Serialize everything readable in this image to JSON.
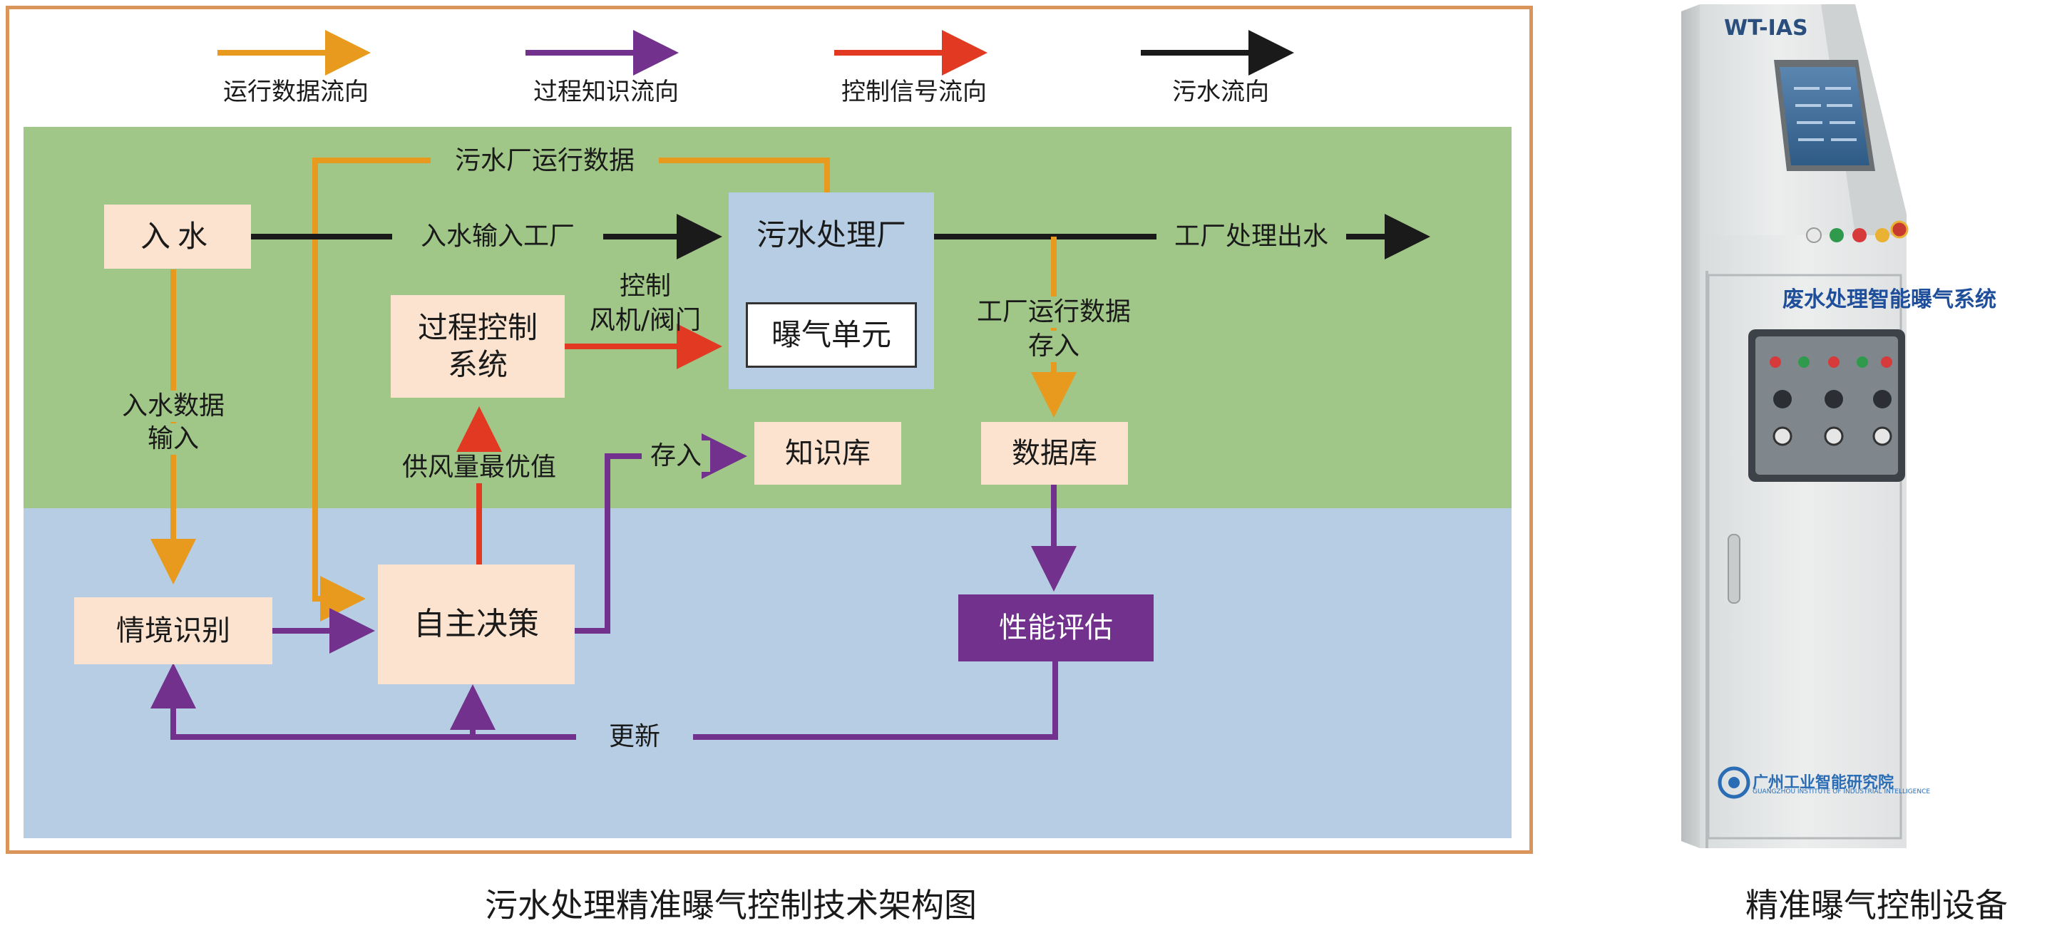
{
  "legend": [
    {
      "label": "运行数据流向",
      "color": "#e89a1f"
    },
    {
      "label": "过程知识流向",
      "color": "#72318c"
    },
    {
      "label": "控制信号流向",
      "color": "#e23a22"
    },
    {
      "label": "污水流向",
      "color": "#1a1a1a"
    }
  ],
  "nodes": {
    "inflow": "入水",
    "plant": "污水处理厂",
    "aeration_unit": "曝气单元",
    "process_control_line1": "过程控制",
    "process_control_line2": "系统",
    "knowledge_base": "知识库",
    "database": "数据库",
    "situation_recognition": "情境识别",
    "autonomous_decision": "自主决策",
    "performance_eval": "性能评估"
  },
  "edge_labels": {
    "plant_operating_data": "污水厂运行数据",
    "inflow_to_plant": "入水输入工厂",
    "plant_effluent": "工厂处理出水",
    "control_line1": "控制",
    "control_line2": "风机/阀门",
    "store_ops_line1": "工厂运行数据",
    "store_ops_line2": "存入",
    "inflow_data_line1": "入水数据",
    "inflow_data_line2": "输入",
    "optimal_air": "供风量最优值",
    "store": "存入",
    "update": "更新"
  },
  "device": {
    "model": "WT-IAS",
    "panel_title": "废水处理智能曝气系统",
    "maker_logo": "广州工业智能研究院",
    "maker_logo_en": "GUANGZHOU INSTITUTE OF INDUSTRIAL INTELLIGENCE"
  },
  "captions": {
    "diagram": "污水处理精准曝气控制技术架构图",
    "device": "精准曝气控制设备"
  },
  "colors": {
    "data": "#e89a1f",
    "knowledge": "#72318c",
    "control": "#e23a22",
    "water": "#1a1a1a",
    "frame": "#d9955a",
    "green_band": "#a0c688",
    "blue_band": "#b7cde3",
    "node_fill": "#fbe3cf",
    "plant_fill": "#b7cde3",
    "eval_fill": "#72318c"
  }
}
